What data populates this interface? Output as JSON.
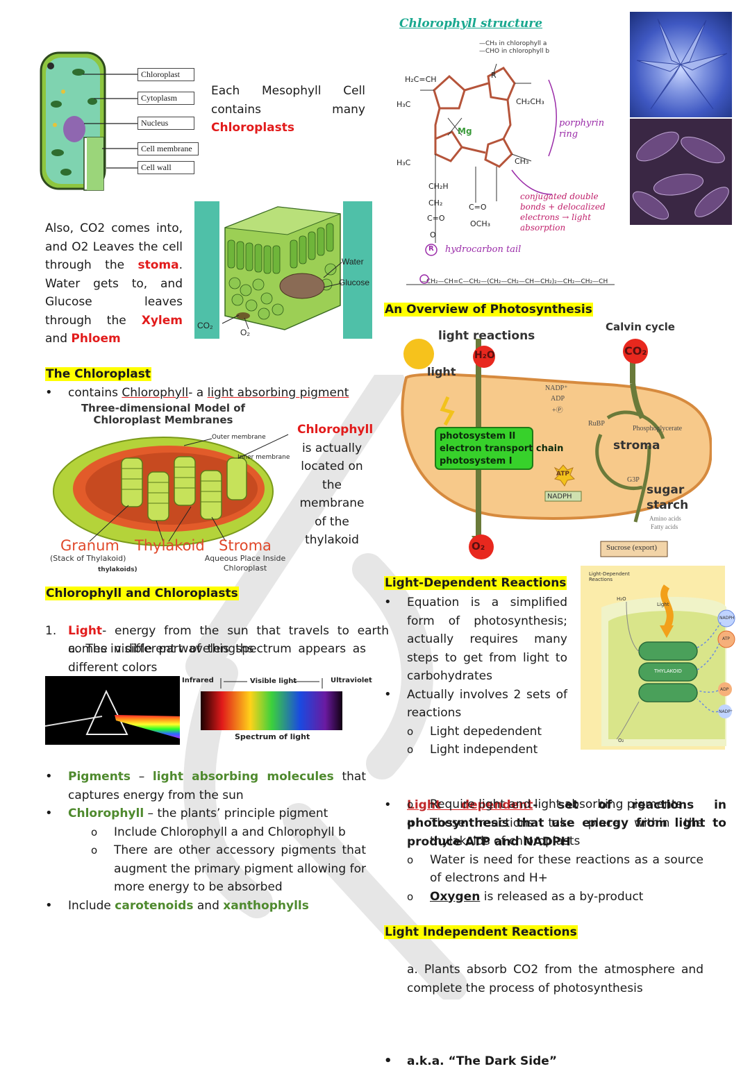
{
  "cell_figure": {
    "labels": [
      "Chloroplast",
      "Cytoplasm",
      "Nucleus",
      "Cell membrane",
      "Cell wall"
    ]
  },
  "mesophyll": {
    "text_a": "Each Mesophyll Cell contains many ",
    "text_red": "Chloroplasts"
  },
  "stoma_para": {
    "p1": "Also, CO2 comes into, and O2 Leaves the cell through the ",
    "stoma": "stoma",
    "p2": ". Water gets to, and Glucose leaves through the ",
    "xylem": "Xylem",
    "and": " and ",
    "phloem": "Phloem"
  },
  "leaf_figure": {
    "water": "Water",
    "glucose": "Glucose",
    "co2": "CO₂",
    "o2": "O₂"
  },
  "chlorophyll_structure": {
    "title": "Chlorophyll structure",
    "note_a": "—CH₃ in chlorophyll a",
    "note_b": "—CHO in chlorophyll b",
    "porphyrin": "porphyrin ring",
    "conjugated": "conjugated double bonds + delocalized electrons → light absorption",
    "tail": "hydrocarbon tail",
    "mg": "Mg",
    "r": "R"
  },
  "overview": {
    "title": "An Overview of Photosynthesis",
    "light_reactions": "light reactions",
    "calvin": "Calvin cycle",
    "h2o": "H₂O",
    "co2": "CO₂",
    "light": "light",
    "nadp": "NADP⁺",
    "adp": "ADP",
    "pi": "+Ⓟ",
    "rubp": "RuBP",
    "phospho": "Phosphoglycerate",
    "stroma": "stroma",
    "ps": [
      "photosystem II",
      "electron transport chain",
      "photosystem I"
    ],
    "atp": "ATP",
    "nadph": "NADPH",
    "g3p": "G3P",
    "sugar": "sugar",
    "starch": "starch",
    "amino": "Amino acids",
    "fatty": "Fatty acids",
    "o2": "O₂",
    "sucrose": "Sucrose (export)"
  },
  "chloroplast_section": {
    "heading": "The Chloroplast",
    "bullet_a": "contains ",
    "bullet_chl": "Chlorophyll",
    "bullet_b": "- a ",
    "bullet_c": "light absorbing pigment",
    "model_title": "Three-dimensional Model of Chloroplast Membranes",
    "outer": "Outer membrane",
    "inner": "Inner membrane",
    "granum": "Granum",
    "granum_sub": "(Stack of Thylakoid)",
    "thylakoids": "thylakoids)",
    "thylakoid": "Thylakoid",
    "stroma": "Stroma",
    "stroma_sub": "Aqueous Place Inside Chloroplast",
    "side_red": "Chlorophyll",
    "side_text": "is actually located on the membrane of the thylakoid"
  },
  "cc_section": {
    "heading": "Chlorophyll and Chloroplasts",
    "n1": "1.",
    "light": "Light",
    "light_text": "- energy from the sun that travels to earth comes in different wavelengths",
    "a_text": "a. The visible part of this spectrum appears as different colors",
    "infrared": "Infrared",
    "visible": "Visible light",
    "ultraviolet": "Ultraviolet",
    "spectrum": "Spectrum of light",
    "b1_green": "Pigments",
    "b1_dash": " – ",
    "b1_green2": "light absorbing molecules",
    "b1_rest": " that captures energy from the sun",
    "b2_green": "Chlorophyll",
    "b2_rest": " – the plants’ principle pigment",
    "s1": "Include Chlorophyll a and Chlorophyll b",
    "s2": "There are other accessory pigments that augment the primary pigment allowing for more energy to be absorbed",
    "b3_a": "Include ",
    "b3_g1": "carotenoids",
    "b3_and": " and ",
    "b3_g2": "xanthophylls"
  },
  "ldr_section": {
    "heading": "Light-Dependent Reactions",
    "b1": "Equation is a simplified form of photosynthesis; actually requires many steps to get from light to carbohydrates",
    "b2": "Actually involves 2 sets of reactions",
    "s1": "Light depedendent",
    "s2": "Light independent",
    "b3_red": "Light dependent",
    "b3_rest": "- set of reactions in photosynthesis that use energy from light to produce ATP and NADPH",
    "t1": "Require light and light absorbing pigments",
    "t2": "These reactions take place within the thylakoids of chloroplasts",
    "t3": "Water is need for these reactions as a source of electrons and H+",
    "t4_b": "Oxygen",
    "t4_rest": " is released as a by-product",
    "fig_title": "Light-Dependent Reactions",
    "fig_h2o": "H₂O",
    "fig_light": "Light",
    "fig_thyl": "THYLAKOID",
    "fig_nadph": "NADPH",
    "fig_atp": "ATP",
    "fig_adp": "ADP",
    "fig_nadp": "NADP⁺",
    "fig_o2": "O₂"
  },
  "lir_section": {
    "heading": "Light Independent Reactions",
    "b1": "a.k.a. “The Dark Side”",
    "a_text": "a. Plants absorb CO2 from the atmosphere and complete the process of photosynthesis"
  }
}
